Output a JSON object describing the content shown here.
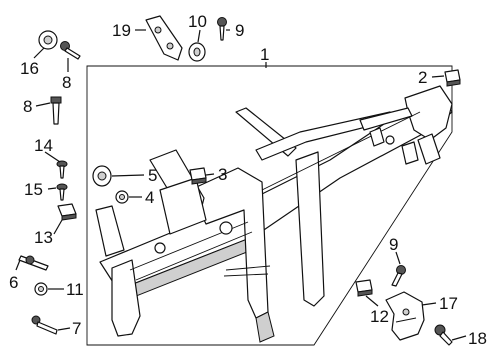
{
  "diagram": {
    "callouts": [
      "1",
      "2",
      "3",
      "4",
      "5",
      "6",
      "7",
      "8",
      "8",
      "9",
      "9",
      "10",
      "11",
      "12",
      "13",
      "14",
      "15",
      "16",
      "17",
      "18",
      "19"
    ]
  }
}
